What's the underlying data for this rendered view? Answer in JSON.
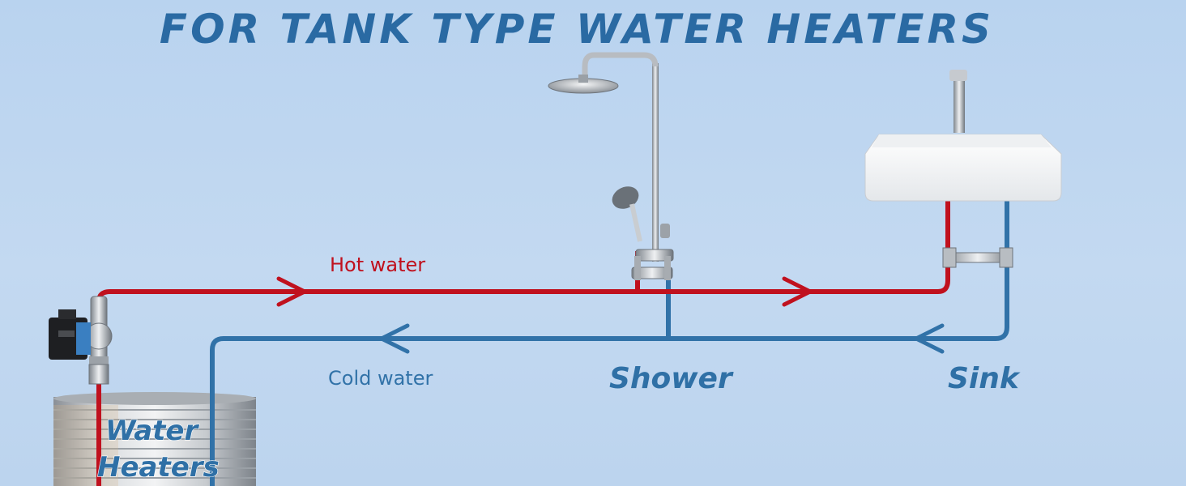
{
  "title": "FOR TANK TYPE WATER HEATERS",
  "labels": {
    "hot_water": "Hot water",
    "cold_water": "Cold water",
    "shower": "Shower",
    "sink": "Sink",
    "heater_line1": "Water",
    "heater_line2": "Heaters"
  },
  "colors": {
    "hot": "#c0111e",
    "cold": "#3172a8",
    "title": "#2a6aa3",
    "background": "#c1d7f0"
  },
  "icons": [
    "pump-icon",
    "water-heater-tank-icon",
    "shower-fixture-icon",
    "sink-basin-icon",
    "flow-arrow-icon"
  ]
}
